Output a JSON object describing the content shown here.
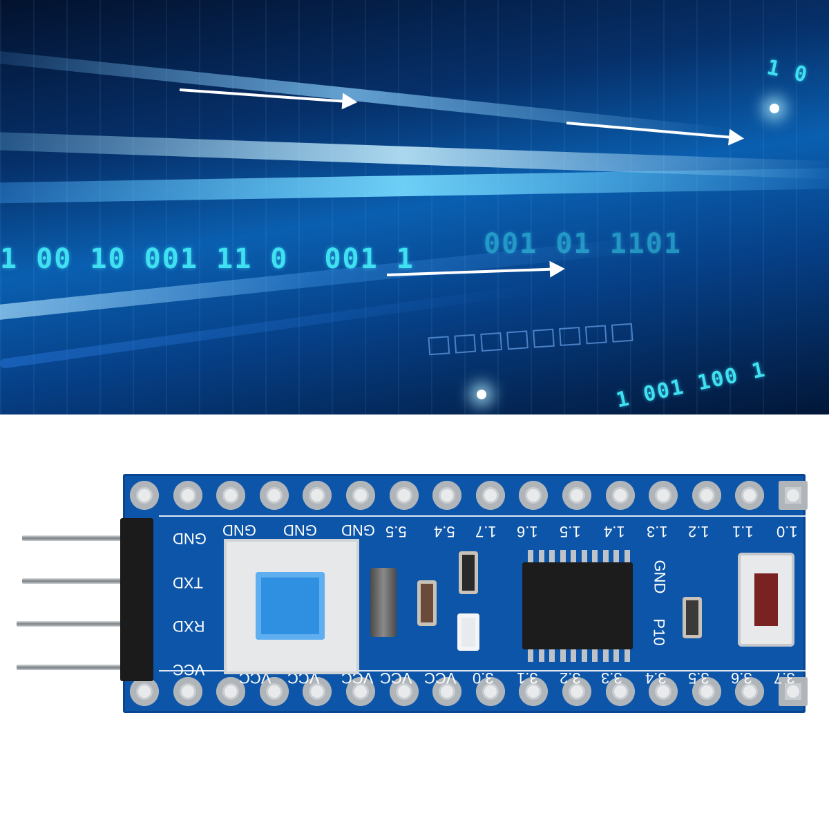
{
  "banner": {
    "binary_rows": [
      "1 00 10 001 11 0  001 1",
      "001 01 1101",
      "1 0",
      "1 001 100 1"
    ]
  },
  "board": {
    "header_labels": [
      "GND",
      "TXD",
      "RXD",
      "VCC"
    ],
    "top_labels": [
      "GND",
      "GND",
      "GND",
      "5.5",
      "5.4",
      "1.7",
      "1.6",
      "1.5",
      "1.4",
      "1.3",
      "1.2",
      "1.1",
      "1.0"
    ],
    "bottom_labels": [
      "VCC",
      "VCC",
      "VCC",
      "VCC",
      "VCC",
      "3.0",
      "3.1",
      "3.2",
      "3.3",
      "3.4",
      "3.5",
      "3.6",
      "3.7"
    ],
    "side_labels": [
      "GND",
      "P10"
    ]
  }
}
